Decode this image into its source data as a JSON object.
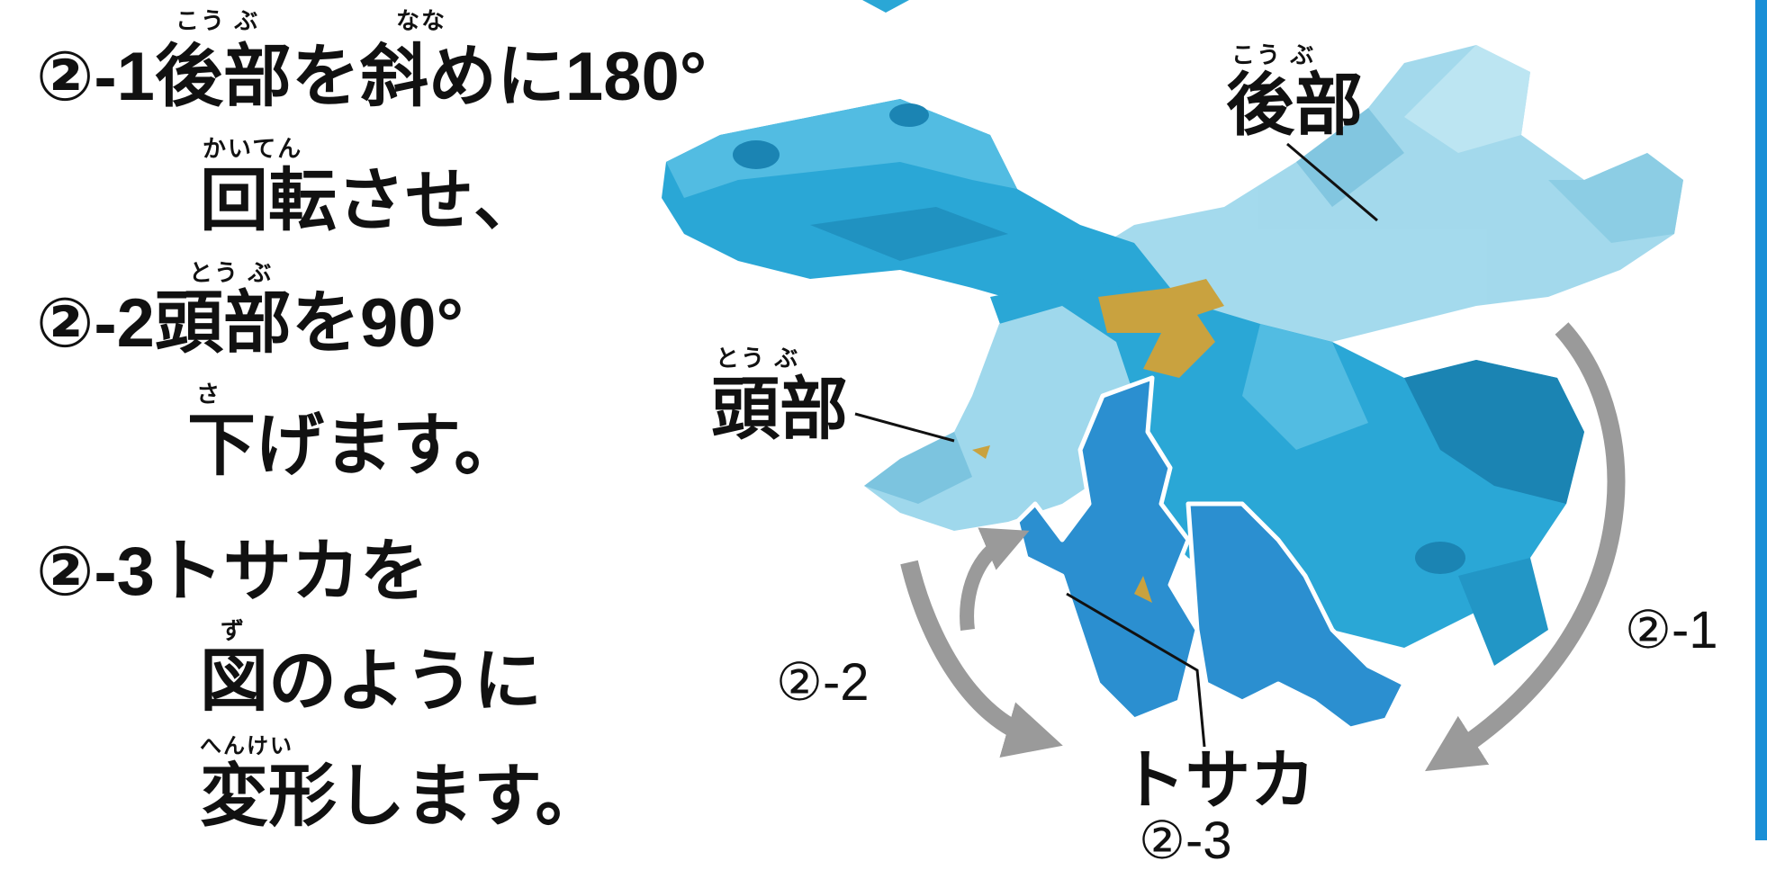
{
  "instructions": {
    "line1": "②-1後部を斜めに180°",
    "line1_ruby_a": "こう ぶ",
    "line1_ruby_b": "なな",
    "line2": "回転させ、",
    "line2_ruby": "かいてん",
    "line3": "②-2頭部を90°",
    "line3_ruby": "とう ぶ",
    "line4": "下げます。",
    "line4_ruby": "さ",
    "line5": "②-3トサカを",
    "line6": "図のように",
    "line6_ruby": "ず",
    "line7": "変形します。",
    "line7_ruby": "へんけい"
  },
  "labels": {
    "rear": "後部",
    "rear_ruby": "こう ぶ",
    "head": "頭部",
    "head_ruby": "とう ぶ",
    "crest": "トサカ",
    "crest_step": "②-3"
  },
  "steps": {
    "rotate_rear": "②-1",
    "lower_head": "②-2"
  },
  "colors": {
    "part_main": "#2aa7d6",
    "part_dark": "#1b84b3",
    "part_light": "#9fd8ec",
    "part_light_dark": "#7cc4df",
    "crest": "#2b8fd0",
    "gold": "#c9a23f",
    "arrow": "#9a9a9a",
    "accent_bar": "#1a8fd6"
  }
}
